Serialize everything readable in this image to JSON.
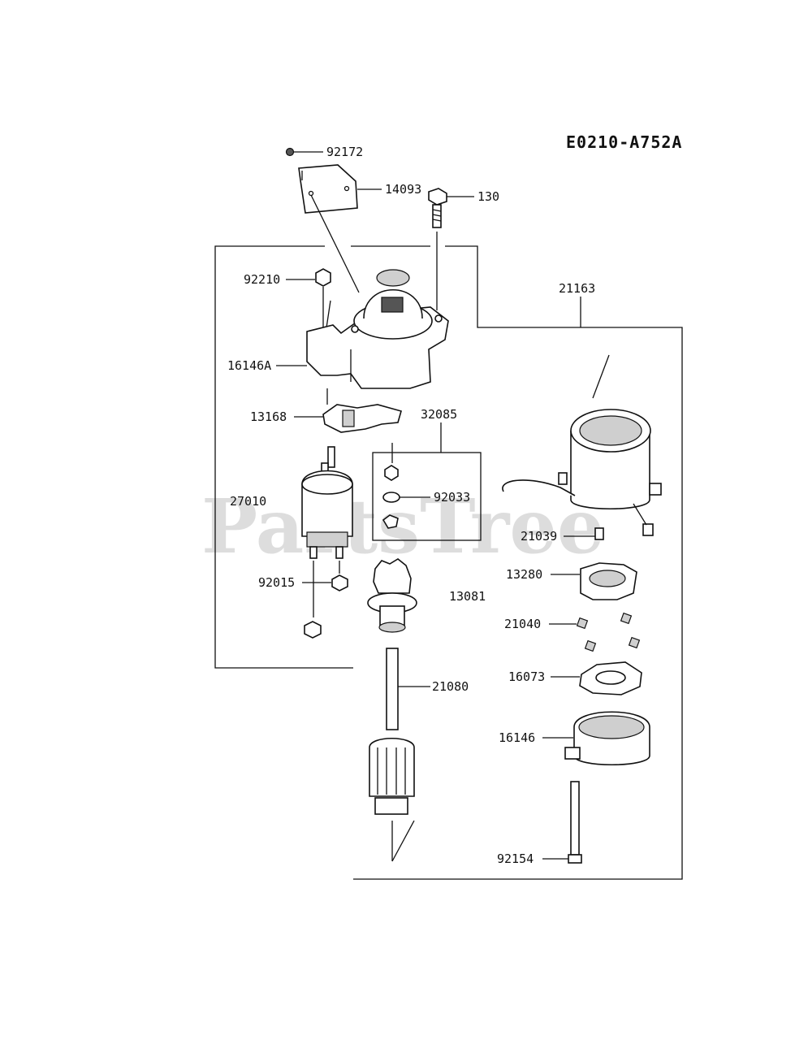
{
  "diagram_code": "E0210-A752A",
  "watermark": "PartsTree",
  "callouts": [
    {
      "key": "92172",
      "text": "92172"
    },
    {
      "key": "14093",
      "text": "14093"
    },
    {
      "key": "130",
      "text": "130"
    },
    {
      "key": "92210",
      "text": "92210"
    },
    {
      "key": "21163",
      "text": "21163"
    },
    {
      "key": "16146A",
      "text": "16146A"
    },
    {
      "key": "13168",
      "text": "13168"
    },
    {
      "key": "32085",
      "text": "32085"
    },
    {
      "key": "27010",
      "text": "27010"
    },
    {
      "key": "92033",
      "text": "92033"
    },
    {
      "key": "21039",
      "text": "21039"
    },
    {
      "key": "13280",
      "text": "13280"
    },
    {
      "key": "92015",
      "text": "92015"
    },
    {
      "key": "13081",
      "text": "13081"
    },
    {
      "key": "21040",
      "text": "21040"
    },
    {
      "key": "16073",
      "text": "16073"
    },
    {
      "key": "21080",
      "text": "21080"
    },
    {
      "key": "16146",
      "text": "16146"
    },
    {
      "key": "92154",
      "text": "92154"
    }
  ]
}
